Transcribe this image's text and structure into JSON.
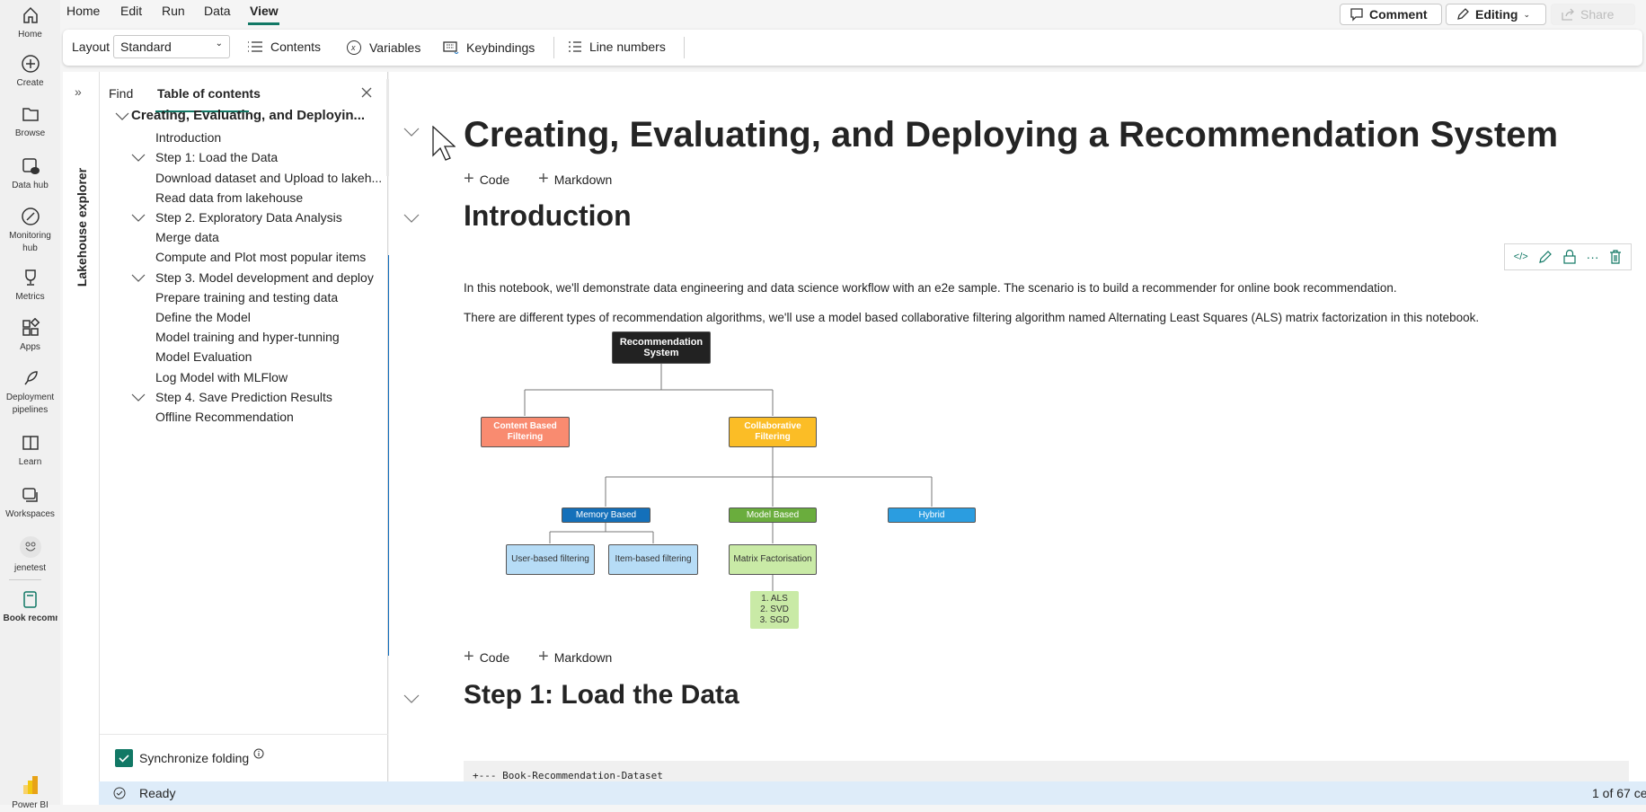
{
  "rail": {
    "items": [
      {
        "label": "Home",
        "icon": "home-icon"
      },
      {
        "label": "Create",
        "icon": "plus-circle-icon"
      },
      {
        "label": "Browse",
        "icon": "folder-icon"
      },
      {
        "label": "Data hub",
        "icon": "data-hub-icon"
      },
      {
        "label": "Monitoring hub",
        "icon": "monitoring-icon"
      },
      {
        "label": "Metrics",
        "icon": "trophy-icon"
      },
      {
        "label": "Apps",
        "icon": "apps-icon"
      },
      {
        "label": "Deployment pipelines",
        "icon": "rocket-icon"
      },
      {
        "label": "Learn",
        "icon": "book-open-icon"
      },
      {
        "label": "Workspaces",
        "icon": "workspaces-icon"
      },
      {
        "label": "jenetest",
        "icon": "workspace-avatar-icon"
      },
      {
        "label": "Book recomme...",
        "icon": "notebook-icon"
      }
    ],
    "bottom": "Power BI"
  },
  "menu": {
    "tabs": [
      "Home",
      "Edit",
      "Run",
      "Data",
      "View"
    ],
    "active": "View"
  },
  "actions": {
    "comment": "Comment",
    "editing": "Editing",
    "share": "Share"
  },
  "toolbar": {
    "layout_label": "Layout",
    "layout_value": "Standard",
    "contents": "Contents",
    "variables": "Variables",
    "keybindings": "Keybindings",
    "line_numbers": "Line numbers"
  },
  "lakehouse": {
    "label": "Lakehouse explorer"
  },
  "toc": {
    "tabs": [
      "Find",
      "Table of contents"
    ],
    "active": "Table of contents",
    "items": [
      {
        "label": "Creating, Evaluating, and Deployin...",
        "level": 1,
        "chevron": true
      },
      {
        "label": "Introduction",
        "level": 3
      },
      {
        "label": "Step 1: Load the Data",
        "level": 2,
        "chevron": true
      },
      {
        "label": "Download dataset and Upload to lakeh...",
        "level": 3
      },
      {
        "label": "Read data from lakehouse",
        "level": 3
      },
      {
        "label": "Step 2. Exploratory Data Analysis",
        "level": 2,
        "chevron": true
      },
      {
        "label": "Merge data",
        "level": 3
      },
      {
        "label": "Compute and Plot most popular items",
        "level": 3
      },
      {
        "label": "Step 3. Model development and deploy",
        "level": 2,
        "chevron": true
      },
      {
        "label": "Prepare training and testing data",
        "level": 3
      },
      {
        "label": "Define the Model",
        "level": 3
      },
      {
        "label": "Model training and hyper-tunning",
        "level": 3
      },
      {
        "label": "Model Evaluation",
        "level": 3
      },
      {
        "label": "Log Model with MLFlow",
        "level": 3
      },
      {
        "label": "Step 4. Save Prediction Results",
        "level": 2,
        "chevron": true
      },
      {
        "label": "Offline Recommendation",
        "level": 3
      }
    ],
    "sync_label": "Synchronize folding",
    "sync_checked": true
  },
  "notebook": {
    "title": "Creating, Evaluating, and Deploying a Recommendation System",
    "add_code": "Code",
    "add_markdown": "Markdown",
    "intro_heading": "Introduction",
    "intro_p1": "In this notebook, we'll demonstrate data engineering and data science workflow with an e2e sample. The scenario is to build a recommender for online book recommendation.",
    "intro_p2": "There are different types of recommendation algorithms, we'll use a model based collaborative filtering algorithm named Alternating Least Squares (ALS) matrix factorization in this notebook.",
    "step1_heading": "Step 1: Load the Data",
    "code_line": "+--- Book-Recommendation-Dataset",
    "diagram": {
      "root": "Recommendation System",
      "content": "Content Based Filtering",
      "collab": "Collaborative Filtering",
      "memory": "Memory Based",
      "model": "Model Based",
      "hybrid": "Hybrid",
      "user": "User-based filtering",
      "item": "Item-based filtering",
      "matrix": "Matrix Factorisation",
      "methods": [
        "1. ALS",
        "2. SVD",
        "3. SGD"
      ]
    }
  },
  "status": {
    "text": "Ready",
    "cells": "1 of 67 ce"
  },
  "colors": {
    "accent": "#117865",
    "active_cell": "#0f6cbd",
    "status_bg": "#deecf9"
  }
}
